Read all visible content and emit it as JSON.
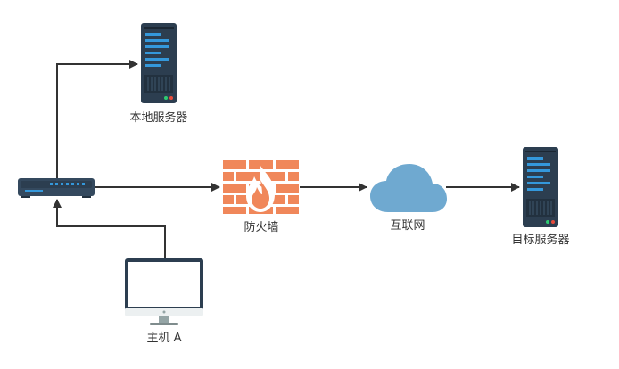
{
  "nodes": {
    "local_server": {
      "label": "本地服务器",
      "icon": "server-icon"
    },
    "switch": {
      "icon": "network-switch-icon"
    },
    "firewall": {
      "label": "防火墙",
      "icon": "firewall-icon"
    },
    "internet": {
      "label": "互联网",
      "icon": "cloud-icon"
    },
    "target_server": {
      "label": "目标服务器",
      "icon": "server-icon"
    },
    "host_a": {
      "label": "主机 A",
      "icon": "monitor-icon"
    }
  },
  "edges": [
    {
      "from": "host_a",
      "to": "switch"
    },
    {
      "from": "switch",
      "to": "local_server"
    },
    {
      "from": "switch",
      "to": "firewall"
    },
    {
      "from": "firewall",
      "to": "internet"
    },
    {
      "from": "internet",
      "to": "target_server"
    }
  ],
  "colors": {
    "server_body": "#2c3e50",
    "server_stripe": "#3498db",
    "firewall_brick": "#f0875a",
    "firewall_flame": "#ffffff",
    "cloud": "#6fa9d0",
    "switch_body": "#34495e",
    "arrow": "#333333",
    "monitor_frame": "#2c3e50"
  }
}
